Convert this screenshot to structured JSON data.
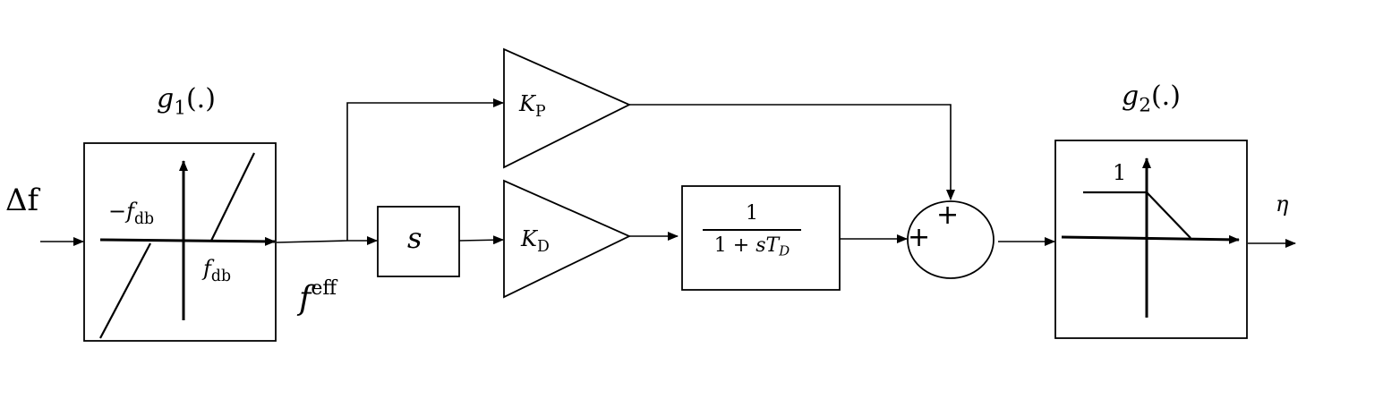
{
  "signals": {
    "input": "Δf",
    "effective": {
      "base": "f",
      "sup": "eff"
    },
    "output": "η"
  },
  "blocks": {
    "g1": {
      "title": {
        "base": "g",
        "sub": "1",
        "tail": "(.)"
      },
      "neg_deadband": {
        "prefix": "−",
        "base": "f",
        "sub": "db"
      },
      "pos_deadband": {
        "base": "f",
        "sub": "db"
      }
    },
    "derivative": {
      "label": "s"
    },
    "kp": {
      "base": "K",
      "sub": "P"
    },
    "kd": {
      "base": "K",
      "sub": "D"
    },
    "lowpass": {
      "numerator": "1",
      "den_prefix": "1 + ",
      "den_var": "sT",
      "den_sub": "D"
    },
    "summer": {
      "top_sign": "+",
      "left_sign": "+"
    },
    "g2": {
      "title": {
        "base": "g",
        "sub": "2",
        "tail": "(.)"
      },
      "level": "1"
    }
  }
}
